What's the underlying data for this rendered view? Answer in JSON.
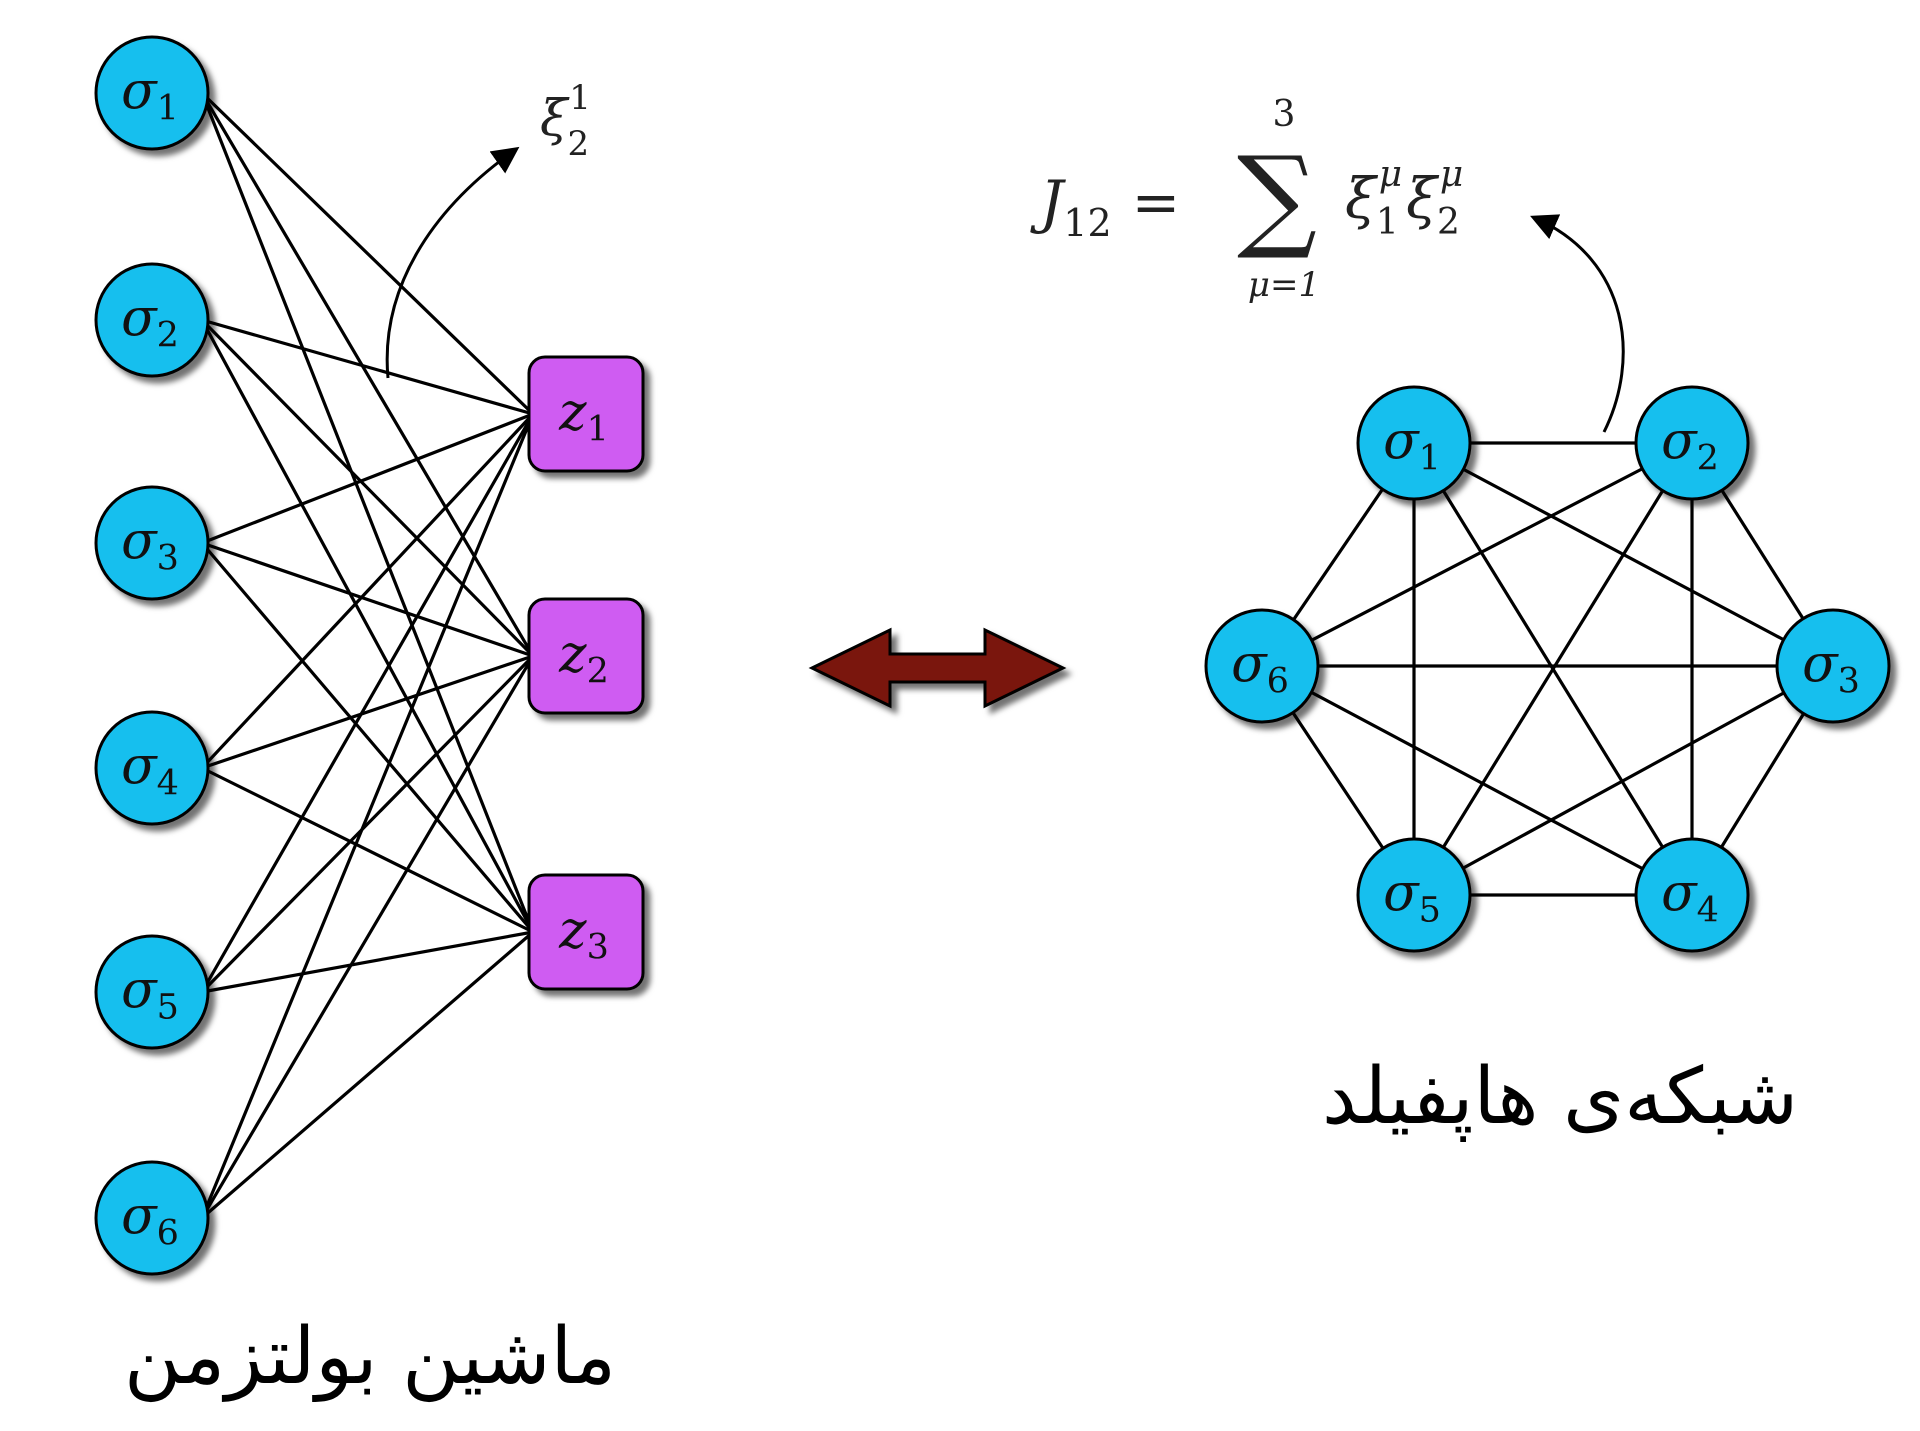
{
  "captions": {
    "boltzmann": "ماشین بولتزمن",
    "hopfield": "شبکه‌ی هاپفیلد"
  },
  "boltzmann_machine": {
    "visible_units": [
      {
        "symbol": "σ",
        "sub": "1"
      },
      {
        "symbol": "σ",
        "sub": "2"
      },
      {
        "symbol": "σ",
        "sub": "3"
      },
      {
        "symbol": "σ",
        "sub": "4"
      },
      {
        "symbol": "σ",
        "sub": "5"
      },
      {
        "symbol": "σ",
        "sub": "6"
      }
    ],
    "hidden_units": [
      {
        "symbol": "z",
        "sub": "1"
      },
      {
        "symbol": "z",
        "sub": "2"
      },
      {
        "symbol": "z",
        "sub": "3"
      }
    ],
    "weight_annotation": {
      "symbol": "ξ",
      "sub": "2",
      "sup": "1"
    }
  },
  "hopfield_network": {
    "units": [
      {
        "symbol": "σ",
        "sub": "1"
      },
      {
        "symbol": "σ",
        "sub": "2"
      },
      {
        "symbol": "σ",
        "sub": "3"
      },
      {
        "symbol": "σ",
        "sub": "4"
      },
      {
        "symbol": "σ",
        "sub": "5"
      },
      {
        "symbol": "σ",
        "sub": "6"
      }
    ],
    "coupling_formula": {
      "lhs": "J",
      "lhs_sub": "12",
      "equals": "=",
      "sum": "∑",
      "sum_upper": "3",
      "sum_lower": "μ=1",
      "term": "ξ",
      "term1_sub": "1",
      "term2_sub": "2",
      "term_sup": "μ"
    }
  },
  "colors": {
    "visible_unit": "#19bfee",
    "hidden_unit": "#cf5cf2",
    "double_arrow": "#7a1208",
    "edge": "#000000"
  }
}
